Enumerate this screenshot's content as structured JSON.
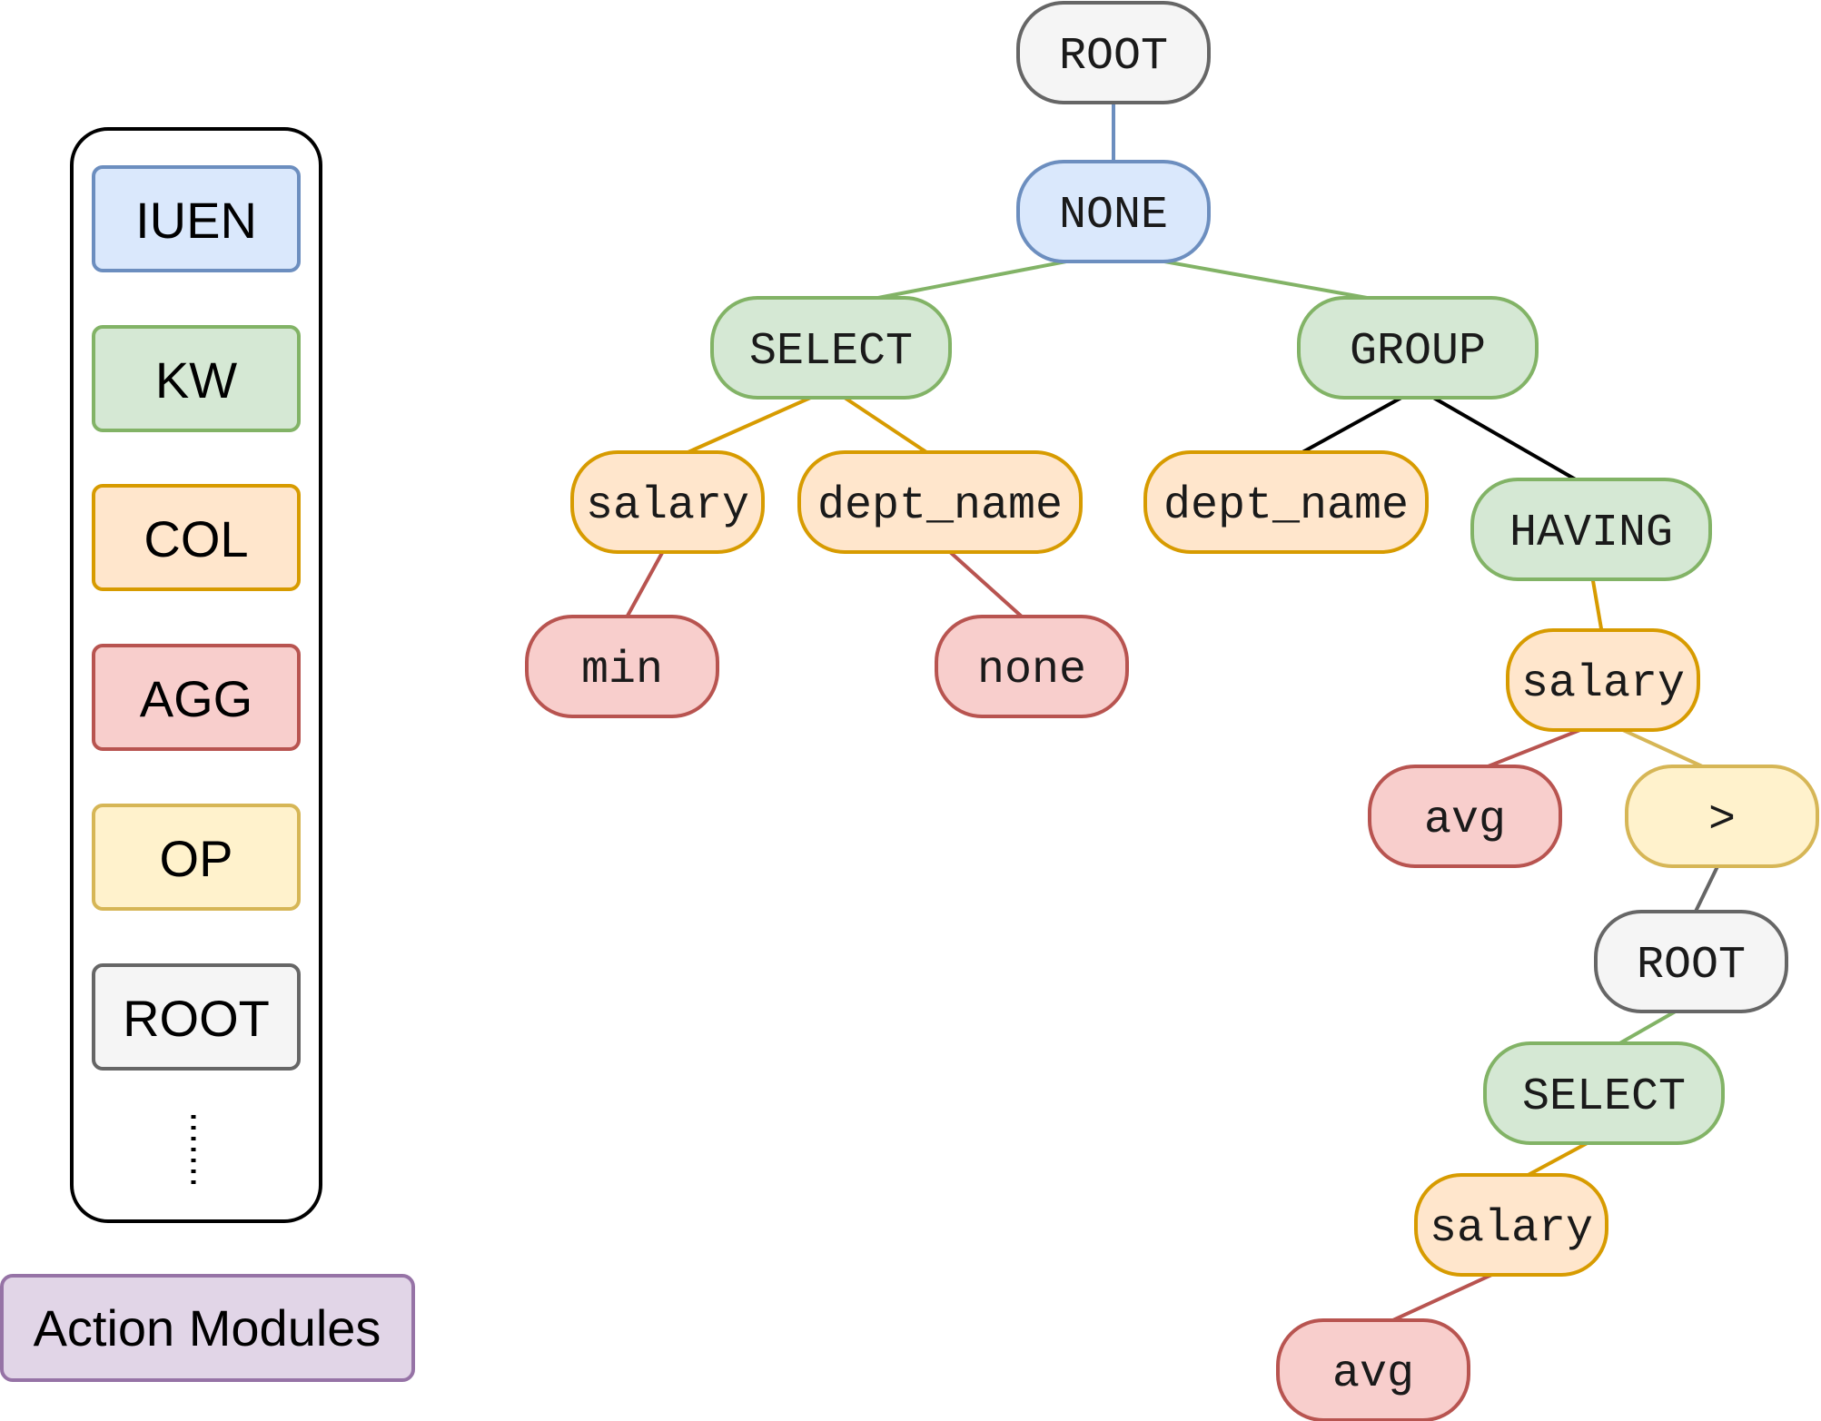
{
  "legend": {
    "items": [
      {
        "key": "iuen",
        "label": "IUEN",
        "fill": "#dae8fc",
        "stroke": "#6c8ebf"
      },
      {
        "key": "kw",
        "label": "KW",
        "fill": "#d5e8d4",
        "stroke": "#82b366"
      },
      {
        "key": "col",
        "label": "COL",
        "fill": "#ffe6cc",
        "stroke": "#d79b00"
      },
      {
        "key": "agg",
        "label": "AGG",
        "fill": "#f8cecc",
        "stroke": "#b85450"
      },
      {
        "key": "op",
        "label": "OP",
        "fill": "#fff2cc",
        "stroke": "#d6b656"
      },
      {
        "key": "root",
        "label": "ROOT",
        "fill": "#f5f5f5",
        "stroke": "#666666"
      }
    ],
    "caption": "Action Modules",
    "caption_fill": "#e1d5e7",
    "caption_stroke": "#9673a6"
  },
  "tree": {
    "nodes": [
      {
        "id": "root1",
        "label": "ROOT",
        "type": "root"
      },
      {
        "id": "none1",
        "label": "NONE",
        "type": "iuen"
      },
      {
        "id": "select1",
        "label": "SELECT",
        "type": "kw"
      },
      {
        "id": "group1",
        "label": "GROUP",
        "type": "kw"
      },
      {
        "id": "salary1",
        "label": "salary",
        "type": "col"
      },
      {
        "id": "dept1",
        "label": "dept_name",
        "type": "col"
      },
      {
        "id": "dept2",
        "label": "dept_name",
        "type": "col"
      },
      {
        "id": "having1",
        "label": "HAVING",
        "type": "kw"
      },
      {
        "id": "min1",
        "label": "min",
        "type": "agg"
      },
      {
        "id": "none2",
        "label": "none",
        "type": "agg"
      },
      {
        "id": "salary2",
        "label": "salary",
        "type": "col"
      },
      {
        "id": "avg1",
        "label": "avg",
        "type": "agg"
      },
      {
        "id": "gt1",
        "label": ">",
        "type": "op"
      },
      {
        "id": "root2",
        "label": "ROOT",
        "type": "root"
      },
      {
        "id": "select2",
        "label": "SELECT",
        "type": "kw"
      },
      {
        "id": "salary3",
        "label": "salary",
        "type": "col"
      },
      {
        "id": "avg2",
        "label": "avg",
        "type": "agg"
      }
    ],
    "edges": [
      {
        "from": "root1",
        "to": "none1",
        "color": "#6c8ebf"
      },
      {
        "from": "none1",
        "to": "select1",
        "color": "#82b366"
      },
      {
        "from": "none1",
        "to": "group1",
        "color": "#82b366"
      },
      {
        "from": "select1",
        "to": "salary1",
        "color": "#d79b00"
      },
      {
        "from": "select1",
        "to": "dept1",
        "color": "#d79b00"
      },
      {
        "from": "group1",
        "to": "dept2",
        "color": "#000000"
      },
      {
        "from": "group1",
        "to": "having1",
        "color": "#000000"
      },
      {
        "from": "salary1",
        "to": "min1",
        "color": "#b85450"
      },
      {
        "from": "dept1",
        "to": "none2",
        "color": "#b85450"
      },
      {
        "from": "having1",
        "to": "salary2",
        "color": "#d79b00"
      },
      {
        "from": "salary2",
        "to": "avg1",
        "color": "#b85450"
      },
      {
        "from": "salary2",
        "to": "gt1",
        "color": "#d6b656"
      },
      {
        "from": "gt1",
        "to": "root2",
        "color": "#666666"
      },
      {
        "from": "root2",
        "to": "select2",
        "color": "#82b366"
      },
      {
        "from": "select2",
        "to": "salary3",
        "color": "#d79b00"
      },
      {
        "from": "salary3",
        "to": "avg2",
        "color": "#b85450"
      }
    ]
  }
}
